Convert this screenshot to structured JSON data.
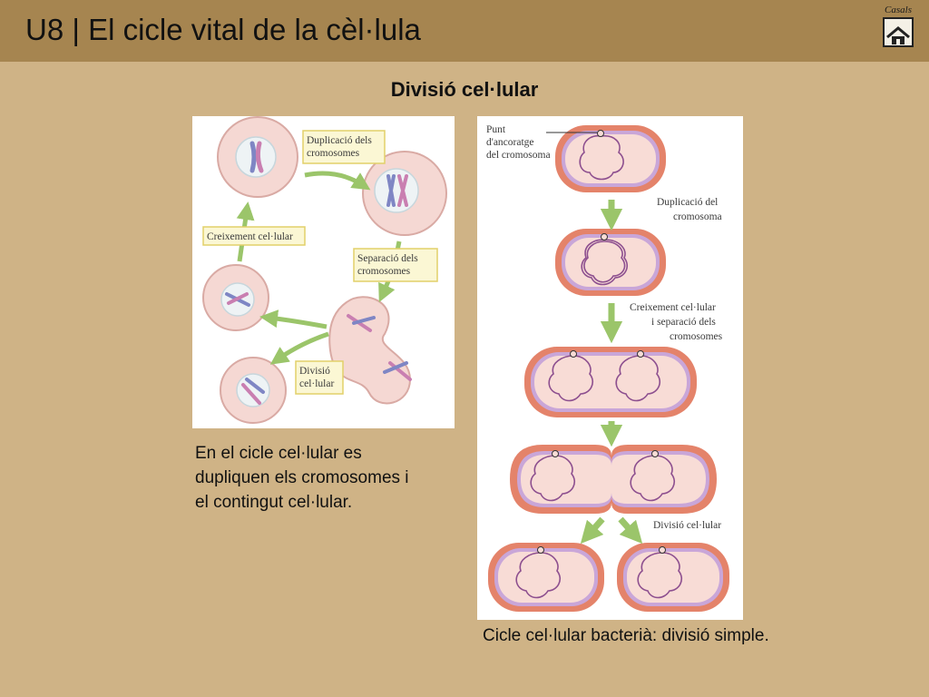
{
  "header": {
    "title": "U8 | El cicle vital de la cèl·lula",
    "brand": "Casals",
    "home_icon": "home-icon"
  },
  "heading": "Divisió cel·lular",
  "figure_left": {
    "labels": {
      "duplication": [
        "Duplicació dels",
        "cromosomes"
      ],
      "growth": [
        "Creixement cel·lular"
      ],
      "separation": [
        "Separació dels",
        "cromosomes"
      ],
      "division": [
        "Divisió",
        "cel·lular"
      ]
    },
    "caption": "En el cicle cel·lular es dupliquen els cromosomes i el contingut cel·lular."
  },
  "figure_right": {
    "labels": {
      "anchor": [
        "Punt",
        "d'ancoratge",
        "del cromosoma"
      ],
      "duplication": [
        "Duplicació del",
        "cromosoma"
      ],
      "growth": [
        "Creixement cel·lular",
        "i separació dels",
        "cromosomes"
      ],
      "division": [
        "Divisió cel·lular"
      ]
    },
    "caption": "Cicle cel·lular bacterià: divisió simple."
  }
}
